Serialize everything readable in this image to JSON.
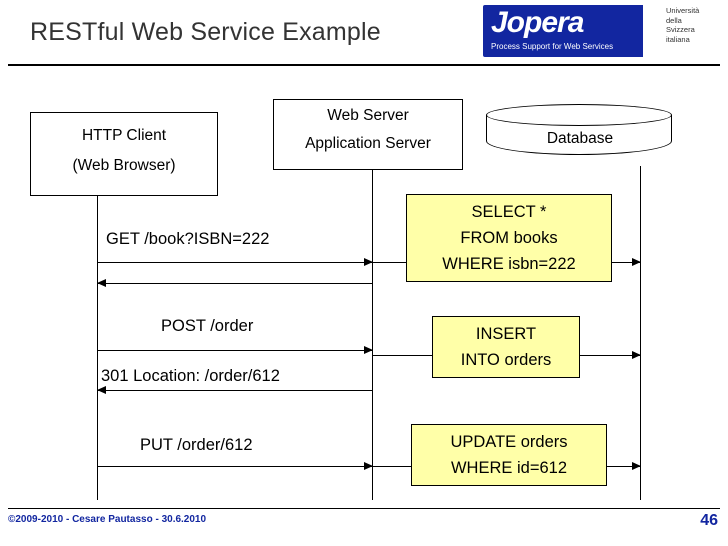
{
  "slide": {
    "title": "RESTful Web Service Example",
    "page_number": "46",
    "footer": "©2009-2010 - Cesare Pautasso - 30.6.2010"
  },
  "logo": {
    "name": "Jopera",
    "tagline": "Process Support for Web Services",
    "brand_color": "#1226a0",
    "university": [
      "Università",
      "della",
      "Svizzera",
      "italiana"
    ]
  },
  "diagram": {
    "nodes": {
      "client": {
        "line1": "HTTP Client",
        "line2": "(Web Browser)"
      },
      "server": {
        "line1": "Web Server",
        "line2": "Application Server"
      },
      "database": {
        "label": "Database"
      }
    },
    "messages": [
      {
        "id": "get",
        "label": "GET /book?ISBN=222",
        "direction": "right"
      },
      {
        "id": "get-resp",
        "label": "",
        "direction": "left"
      },
      {
        "id": "post",
        "label": "POST /order",
        "direction": "right"
      },
      {
        "id": "301",
        "label": "301 Location: /order/612",
        "direction": "left"
      },
      {
        "id": "put",
        "label": "PUT /order/612",
        "direction": "right"
      }
    ],
    "sql": [
      {
        "id": "select",
        "lines": [
          "SELECT *",
          "FROM books",
          "WHERE isbn=222"
        ],
        "fill": "#ffffa8"
      },
      {
        "id": "insert",
        "lines": [
          "INSERT",
          "INTO orders"
        ],
        "fill": "#ffffa8"
      },
      {
        "id": "update",
        "lines": [
          "UPDATE orders",
          "WHERE id=612"
        ],
        "fill": "#ffffa8"
      }
    ]
  }
}
